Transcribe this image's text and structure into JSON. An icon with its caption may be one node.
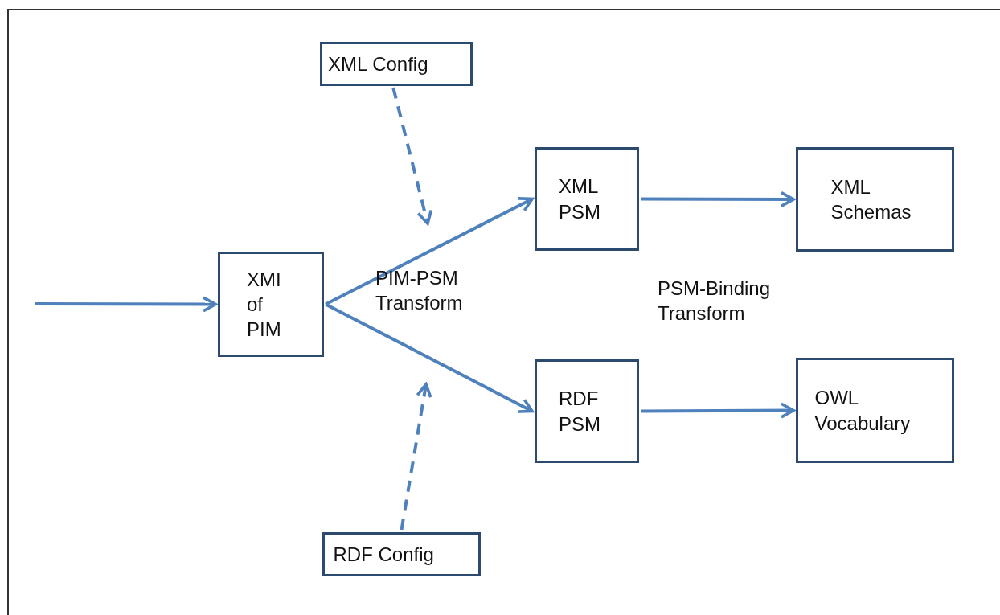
{
  "diagram": {
    "nodes": [
      {
        "text": [
          "XML Config"
        ]
      },
      {
        "text": [
          "XMI of PIM"
        ]
      },
      {
        "text": [
          "XML PSM"
        ]
      },
      {
        "text": [
          "XML Schemas"
        ]
      },
      {
        "text": [
          "RDF PSM"
        ]
      },
      {
        "text": [
          "OWL Vocabulary"
        ]
      },
      {
        "text": [
          "RDF Config"
        ]
      }
    ],
    "edges": [
      {
        "from": null,
        "to": 1,
        "arrow": "to"
      },
      {
        "from": 1,
        "to": 2,
        "arrow": "to"
      },
      {
        "from": 1,
        "to": 4,
        "arrow": "to"
      },
      {
        "from": 0,
        "to": null,
        "arrow": "to",
        "style": "dashed"
      },
      {
        "from": 6,
        "to": null,
        "arrow": "to",
        "style": "dashed"
      },
      {
        "from": 2,
        "to": 3,
        "arrow": "to"
      },
      {
        "from": 4,
        "to": 5,
        "arrow": "to"
      }
    ],
    "labels": [
      "PIM-PSM Transform",
      "PSM-Binding Transform"
    ]
  }
}
